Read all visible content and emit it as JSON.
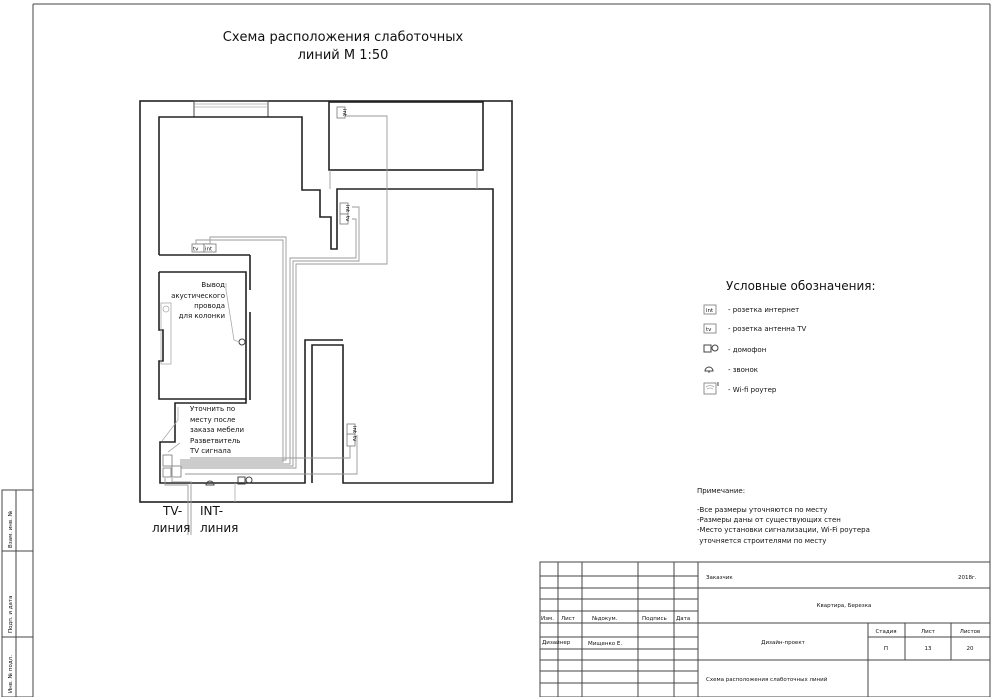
{
  "drawing": {
    "title_line1": "Схема расположения слаботочных",
    "title_line2": "линий М 1:50"
  },
  "plan": {
    "socket_int": "int",
    "socket_tv": "tv",
    "note_speaker": [
      "Вывод",
      "акустического",
      "провода",
      "для колонки"
    ],
    "note_clarify": [
      "Уточнить по",
      "месту после",
      "заказа мебели"
    ],
    "note_splitter": [
      "Разветвитель",
      "TV сигнала"
    ],
    "tv_line": [
      "TV-",
      "линия"
    ],
    "int_line": [
      "INT-",
      "линия"
    ]
  },
  "legend": {
    "title": "Условные обозначения:",
    "items": [
      {
        "icon": "internet-socket-icon",
        "label": "- розетка интернет"
      },
      {
        "icon": "tv-socket-icon",
        "label": "- розетка антенна TV"
      },
      {
        "icon": "intercom-icon",
        "label": "- домофон"
      },
      {
        "icon": "doorbell-icon",
        "label": "- звонок"
      },
      {
        "icon": "wifi-router-icon",
        "label": "- Wi-fi роутер"
      }
    ]
  },
  "notes": {
    "title": "Примечание:",
    "lines": [
      "-Все размеры уточняются по месту",
      "-Размеры даны от существующих стен",
      "-Место установки сигнализации, Wi-Fi роутера",
      " уточняется строителями по месту"
    ]
  },
  "title_block": {
    "headers": [
      "Изм.",
      "Лист",
      "№докум.",
      "Подпись",
      "Дата"
    ],
    "role": "Дизайнер",
    "name": "Мищенко Е.",
    "customer_label": "Заказчик",
    "year": "2018г.",
    "object": "Квартира, Березка",
    "project": "Дизайн-проект",
    "stage_label": "Стадия",
    "sheet_label": "Лист",
    "sheets_label": "Листов",
    "stage": "П",
    "sheet": "13",
    "sheets": "20",
    "sheet_title": "Схема расположения слаботочных линий"
  },
  "side_stamp": [
    "Взам. инв. №",
    "Подп. и дата",
    "Инв. № подл."
  ]
}
